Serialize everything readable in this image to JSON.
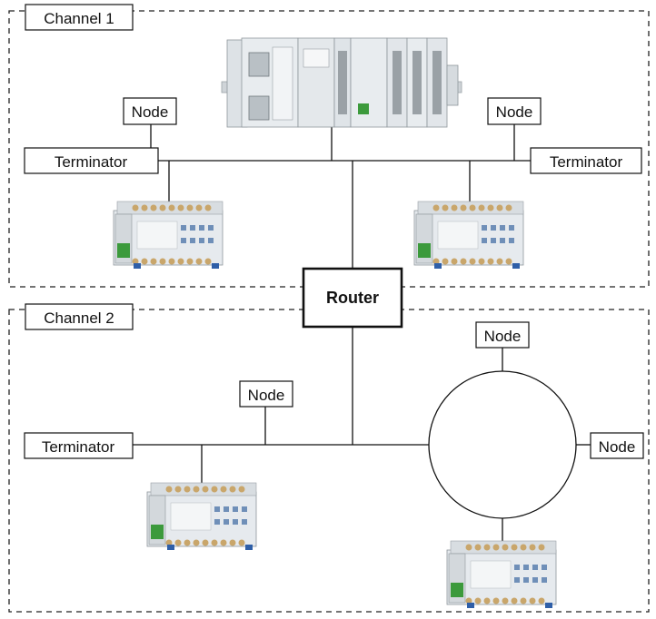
{
  "channels": [
    {
      "label": "Channel 1"
    },
    {
      "label": "Channel 2"
    }
  ],
  "router": {
    "label": "Router"
  },
  "channel1": {
    "node_left": "Node",
    "node_right": "Node",
    "terminator_left": "Terminator",
    "terminator_right": "Terminator"
  },
  "channel2": {
    "terminator": "Terminator",
    "node_bus": "Node",
    "node_ring_top": "Node",
    "node_ring_right": "Node"
  },
  "colors": {
    "line": "#111111",
    "device_body": "#e6eaee",
    "device_terminal": "#c9a66b",
    "connector_green": "#3c9a3c",
    "connector_blue": "#2f5fa8"
  }
}
